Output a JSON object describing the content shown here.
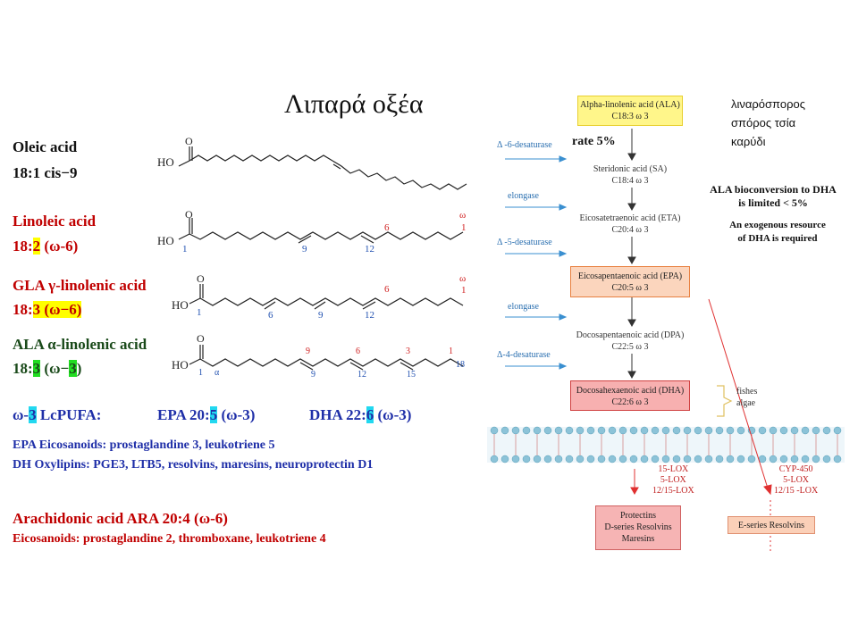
{
  "title": "Λιπαρά οξέα",
  "acids": {
    "oleic": {
      "name": "Oleic acid",
      "formula": "18:1 cis−9"
    },
    "linoleic": {
      "name": "Linoleic acid",
      "f_pre": "18:",
      "f_hl": "2",
      "f_post": " (ω-6)"
    },
    "gla": {
      "name": "GLA γ-linolenic acid",
      "f_pre": "18:",
      "f_hl": "3",
      "f_post": " (ω−6)"
    },
    "ala": {
      "name": "ALA α-linolenic acid",
      "f_pre": "18:",
      "f_hl": "3",
      "f_mid": " (ω−",
      "f_hl2": "3",
      "f_post": ")"
    }
  },
  "structure_labels": {
    "ho": "HO",
    "o": "O",
    "omega": "ω",
    "linoleic_nums": [
      "1",
      "9",
      "12",
      "6",
      "1"
    ],
    "gla_nums": [
      "1",
      "6",
      "9",
      "12",
      "6",
      "1"
    ],
    "ala_nums": [
      "1",
      "α",
      "9",
      "12",
      "15",
      "9",
      "6",
      "3",
      "1",
      "18"
    ]
  },
  "lcpufa": {
    "label_pre": "ω-",
    "label_hl": "3",
    "label_post": " LcPUFA:",
    "epa_pre": "EPA 20:",
    "epa_hl": "5",
    "epa_post": " (ω-3)",
    "dha_pre": "DHA 22:",
    "dha_hl": "6",
    "dha_post": " (ω-3)"
  },
  "epa_line": "EPA Eicosanoids: prostaglandine 3, leukotriene 5",
  "dh_line": "DH Oxylipins: PGE3, LTB5, resolvins, maresins, neuroprotectin D1",
  "ara_line": "Arachidonic acid ARA 20:4 (ω-6)",
  "ara_eico": "Eicosanoids: prostaglandine 2, thromboxane, leukotriene 4",
  "pathway": {
    "ala_box": [
      "Alpha-linolenic acid (ALA)",
      "C18:3 ω 3"
    ],
    "sa": [
      "Steridonic acid (SA)",
      "C18:4 ω 3"
    ],
    "eta": [
      "Eicosatetraenoic acid (ETA)",
      "C20:4 ω 3"
    ],
    "epa_box": [
      "Eicosapentaenoic acid (EPA)",
      "C20:5 ω 3"
    ],
    "dpa": [
      "Docosapentaenoic acid (DPA)",
      "C22:5 ω 3"
    ],
    "dha_box": [
      "Docosahexaenoic acid (DHA)",
      "C22:6 ω 3"
    ],
    "enzymes": [
      "Δ -6-desaturase",
      "elongase",
      "Δ -5-desaturase",
      "elongase",
      "Δ-4-desaturase"
    ],
    "rate": "rate 5%",
    "fishes": [
      "fishes",
      "algae"
    ],
    "lox_left": [
      "15-LOX",
      "5-LOX",
      "12/15-LOX"
    ],
    "lox_right": [
      "CYP-450",
      "5-LOX",
      "12/15 -LOX"
    ],
    "protectins": [
      "Protectins",
      "D-series Resolvins",
      "Maresins"
    ],
    "e_series": "E-series Resolvins"
  },
  "greek_notes": [
    "λιναρόσπορος",
    "σπόρος τσία",
    "καρύδι"
  ],
  "bioconv": [
    "ALA bioconversion to DHA",
    "is limited  < 5%"
  ],
  "exogenous": [
    "An exogenous resource",
    "of DHA is required"
  ],
  "colors": {
    "red": "#c00000",
    "blue": "#1f2fa8",
    "green": "#1a4a1a",
    "yellow_hl": "#ffff00",
    "green_hl": "#22dd22",
    "cyan_hl": "#22d8f0"
  }
}
